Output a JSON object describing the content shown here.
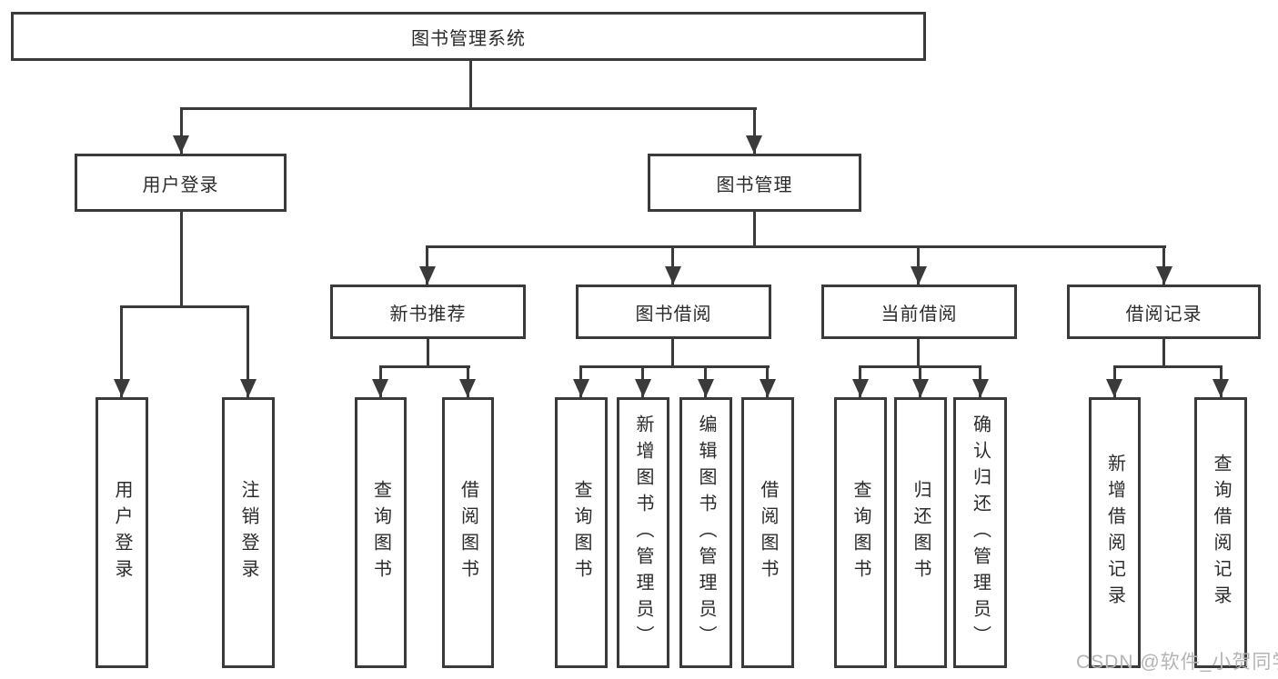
{
  "tree": {
    "root": {
      "label": "图书管理系统"
    },
    "level2": {
      "user_login": {
        "label": "用户登录",
        "children": [
          "用户登录",
          "注销登录"
        ]
      },
      "book_management": {
        "label": "图书管理"
      }
    },
    "level3": [
      {
        "label": "新书推荐",
        "children": [
          "查询图书",
          "借阅图书"
        ]
      },
      {
        "label": "图书借阅",
        "children": [
          "查询图书",
          "新增图书（管理员）",
          "编辑图书（管理员）",
          "借阅图书"
        ]
      },
      {
        "label": "当前借阅",
        "children": [
          "查询图书",
          "归还图书",
          "确认归还（管理员）"
        ]
      },
      {
        "label": "借阅记录",
        "children": [
          "新增借阅记录",
          "查询借阅记录"
        ]
      }
    ]
  },
  "watermark": "CSDN @软件_小贺同学",
  "colors": {
    "line": "#3a3a3a",
    "text": "#2b2b2b",
    "watermark": "#b4b4b4",
    "background": "#ffffff"
  }
}
